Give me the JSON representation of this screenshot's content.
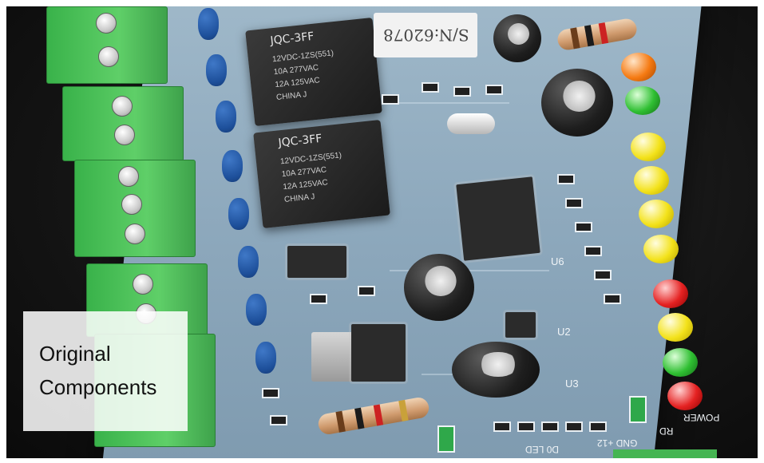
{
  "overlay": {
    "line1": "Original",
    "line2": "Components"
  },
  "board_markings": {
    "relay_top": "JQC-3FF",
    "relay_bottom": "JQC-3FF",
    "relay_spec_1": "12VDC-1ZS(551)",
    "relay_spec_2": "10A 277VAC",
    "relay_spec_3": "12A 125VAC",
    "relay_spec_4": "CHINA J",
    "serial": "S/N:62078",
    "bottom_silk": "D0 LED",
    "power_silk": "POWER",
    "rd_silk": "RD",
    "gnd_silk": "GND +12",
    "u6": "U6",
    "u2": "U2",
    "u3": "U3"
  },
  "colors": {
    "board": "#8ea9bd",
    "terminal_green": "#4fc45b",
    "led_yellow": "#f3e21a",
    "led_red": "#e52222",
    "led_green": "#2fbf32",
    "led_orange": "#f57a12"
  }
}
